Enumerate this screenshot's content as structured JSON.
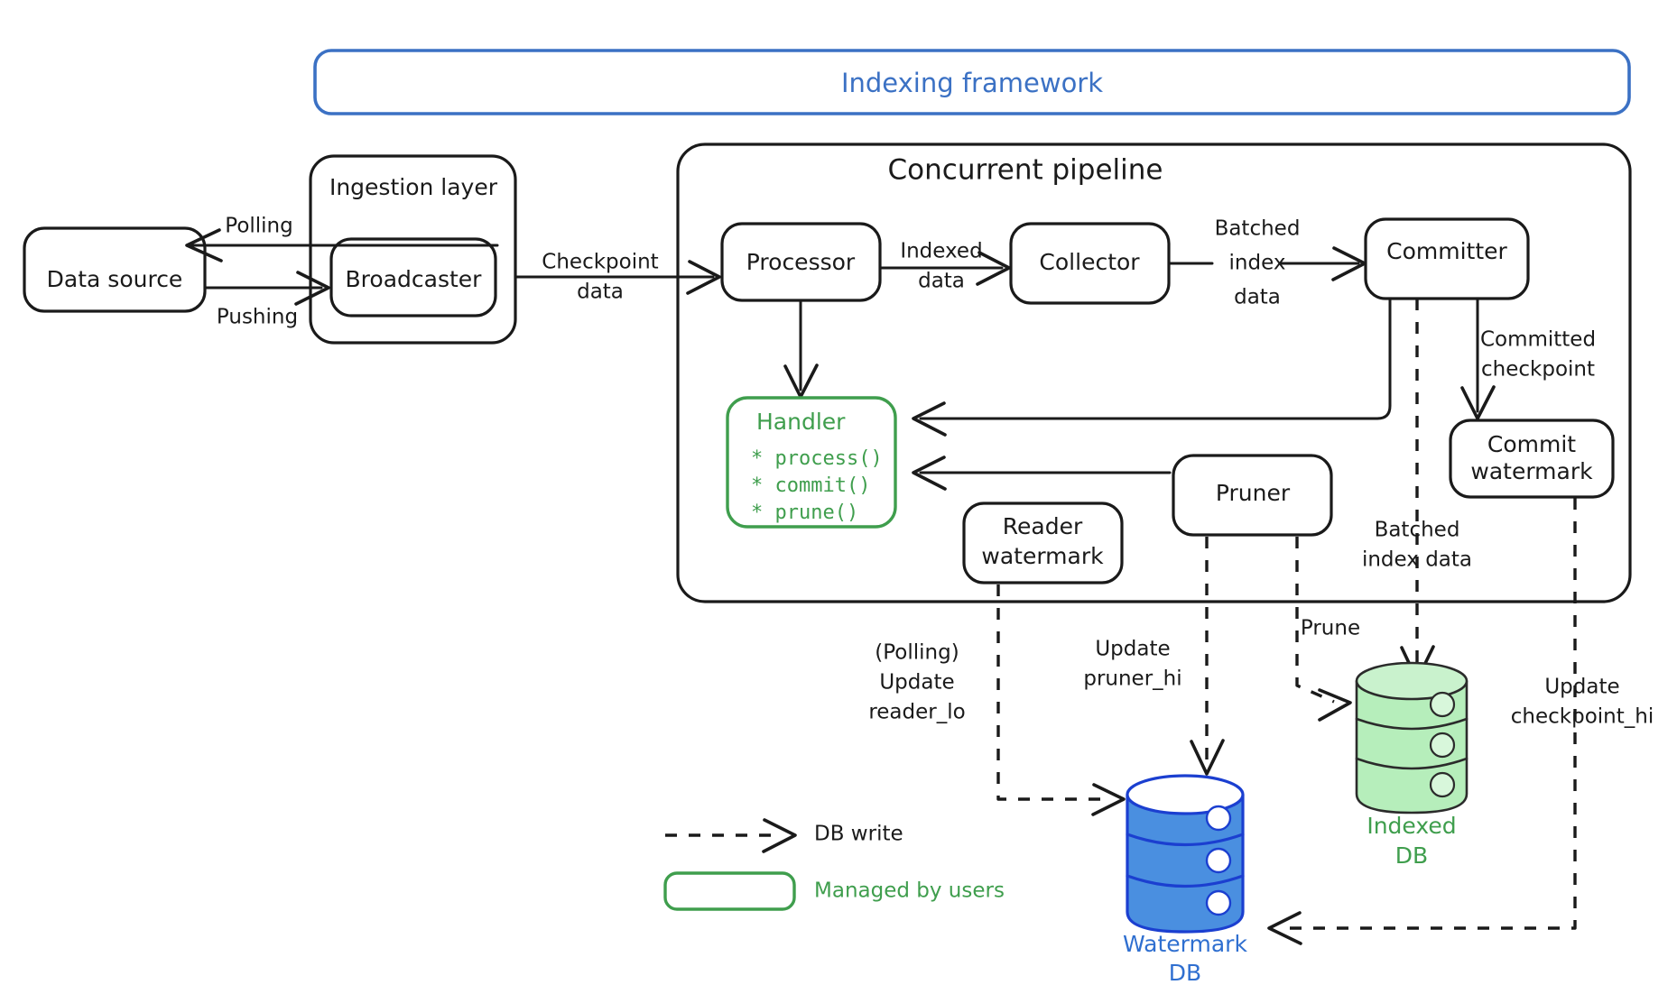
{
  "title": {
    "framework_label": "Indexing framework",
    "framework_color": "#3b71c4"
  },
  "groups": {
    "ingestion_label": "Ingestion layer",
    "pipeline_label": "Concurrent pipeline"
  },
  "nodes": {
    "data_source": "Data source",
    "broadcaster": "Broadcaster",
    "processor": "Processor",
    "collector": "Collector",
    "committer": "Committer",
    "commit_watermark_line1": "Commit",
    "commit_watermark_line2": "watermark",
    "reader_watermark_line1": "Reader",
    "reader_watermark_line2": "watermark",
    "pruner": "Pruner",
    "handler_title": "Handler",
    "handler_methods": [
      "* process()",
      "* commit()",
      "* prune()"
    ],
    "handler_color": "#3f9e4d"
  },
  "databases": {
    "watermark_db_line1": "Watermark",
    "watermark_db_line2": "DB",
    "watermark_db_color": "#2f6fd0",
    "indexed_db_line1": "Indexed",
    "indexed_db_line2": "DB",
    "indexed_db_color": "#3f9e4d"
  },
  "edge_labels": {
    "polling": "Polling",
    "pushing": "Pushing",
    "checkpoint_l1": "Checkpoint",
    "checkpoint_l2": "data",
    "indexed_l1": "Indexed",
    "indexed_l2": "data",
    "batched_l1": "Batched",
    "batched_l2": "index",
    "batched_l3": "data",
    "committed_l1": "Committed",
    "committed_l2": "checkpoint",
    "batched_index_data_l1": "Batched",
    "batched_index_data_l2": "index data",
    "polling_update_l1": "(Polling)",
    "polling_update_l2": "Update",
    "polling_update_l3": "reader_lo",
    "update_pruner_l1": "Update",
    "update_pruner_l2": "pruner_hi",
    "prune": "Prune",
    "update_checkpoint_l1": "Update",
    "update_checkpoint_l2": "checkpoint_hi"
  },
  "legend": {
    "db_write": "DB write",
    "managed_by_users": "Managed by users",
    "managed_color": "#3f9e4d"
  }
}
